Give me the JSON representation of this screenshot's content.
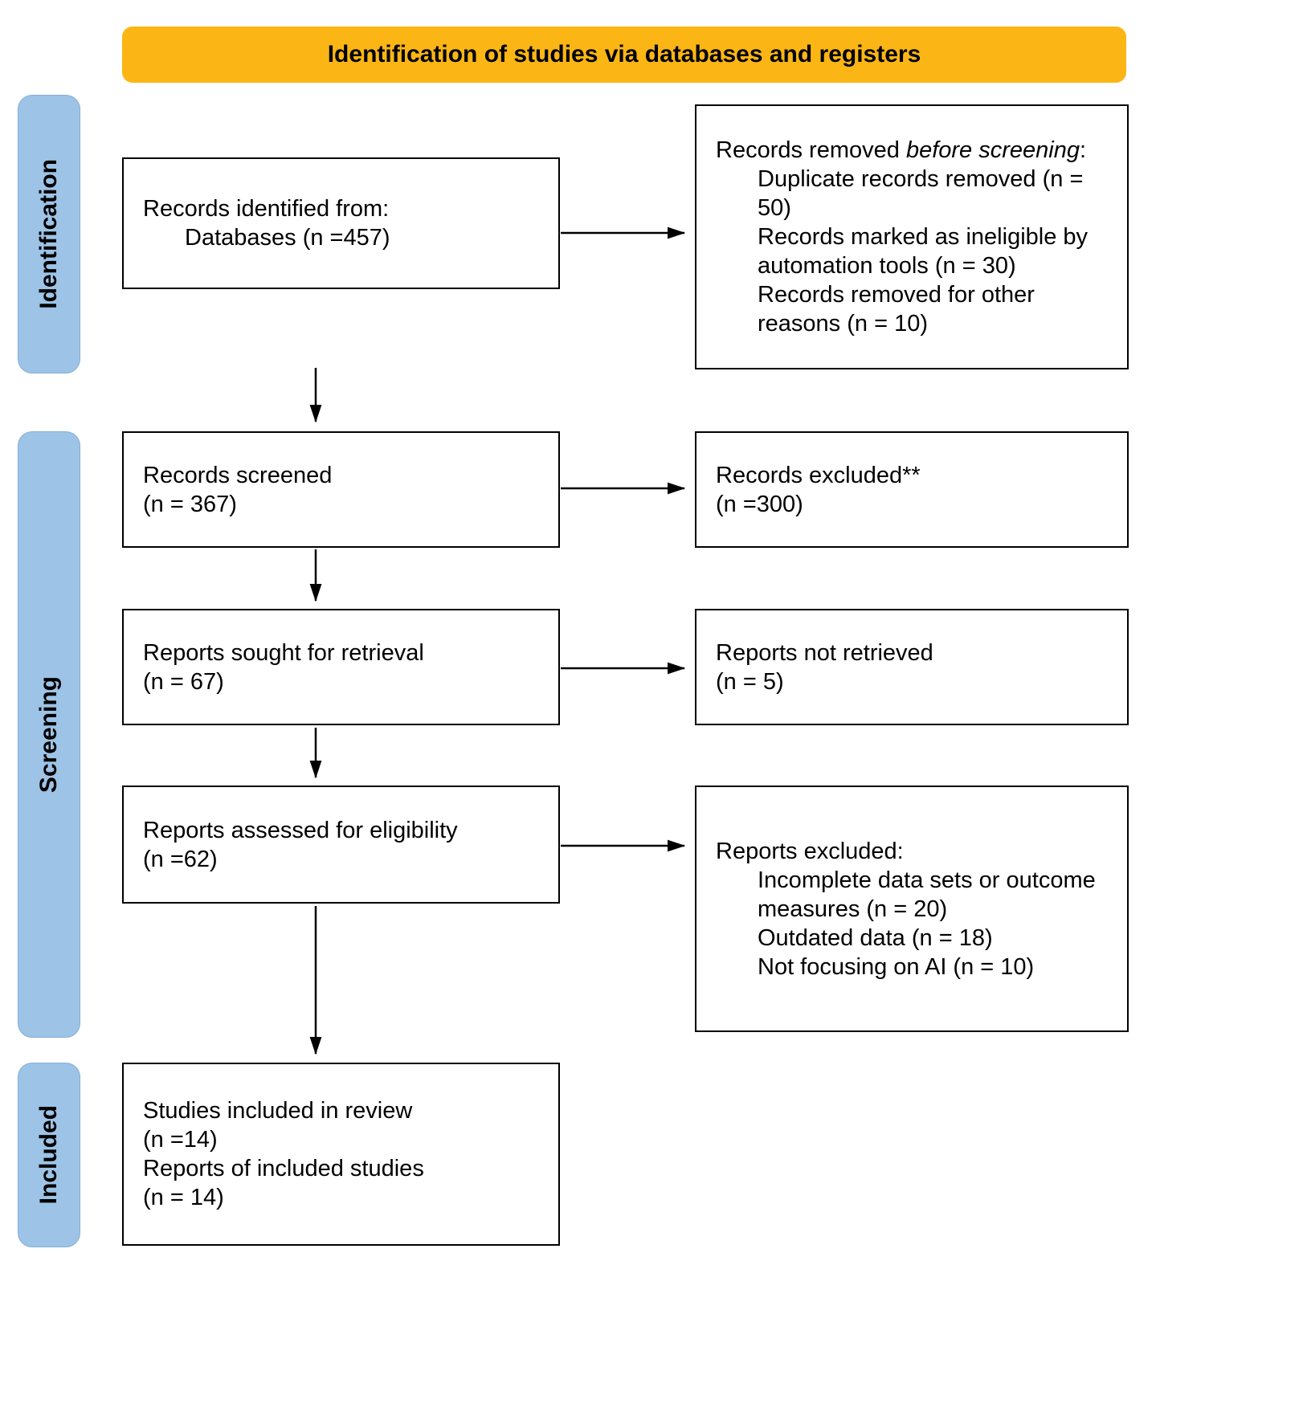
{
  "header": {
    "title": "Identification of studies via databases and registers"
  },
  "sidebar_stages": [
    {
      "label": "Identification"
    },
    {
      "label": "Screening"
    },
    {
      "label": "Included"
    }
  ],
  "boxes": {
    "identified": {
      "line1": "Records identified from:",
      "line2": "Databases (n =457)"
    },
    "removed": {
      "title_prefix": "Records removed ",
      "title_italic": "before screening",
      "title_suffix": ":",
      "items": [
        "Duplicate records removed (n = 50)",
        "Records marked as ineligible by automation tools (n = 30)",
        "Records removed for other reasons (n = 10)"
      ]
    },
    "screened": {
      "line1": "Records screened",
      "line2": "(n = 367)"
    },
    "excluded": {
      "line1": "Records excluded**",
      "line2": "(n =300)"
    },
    "sought": {
      "line1": "Reports sought for retrieval",
      "line2": "(n = 67)"
    },
    "not_retrieved": {
      "line1": "Reports not retrieved",
      "line2": "(n = 5)"
    },
    "assessed": {
      "line1": "Reports assessed for eligibility",
      "line2": "(n =62)"
    },
    "reports_excluded": {
      "title": "Reports excluded:",
      "items": [
        "Incomplete data sets or outcome measures (n = 20)",
        "Outdated data (n = 18)",
        "Not focusing on AI (n = 10)"
      ]
    },
    "included": {
      "lines": [
        "Studies included in review",
        "(n =14)",
        "Reports of included studies",
        "(n = 14)"
      ]
    }
  },
  "colors": {
    "banner": "#FBB615",
    "stage": "#9DC3E6",
    "box_border": "#000000"
  }
}
